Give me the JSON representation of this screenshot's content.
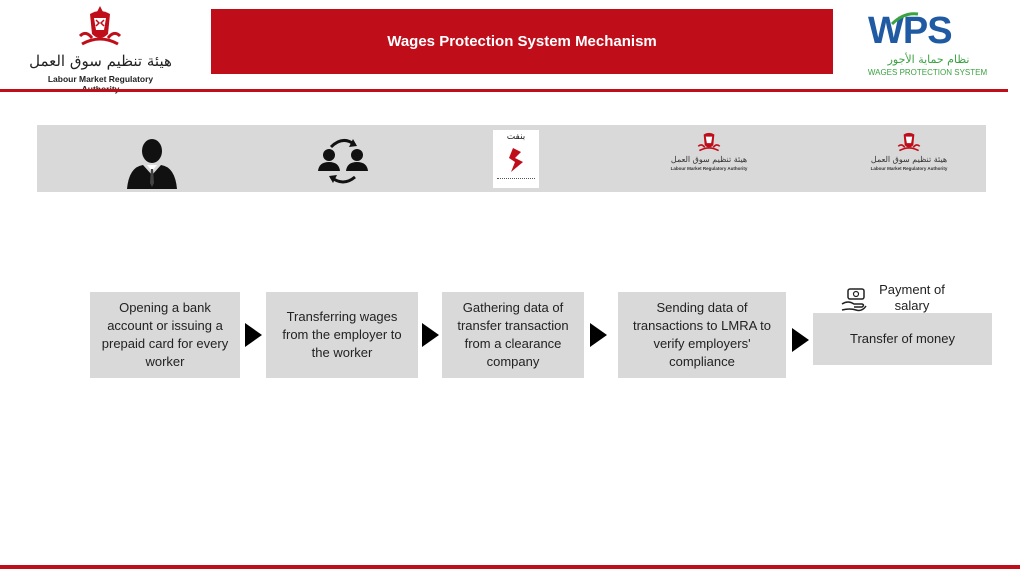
{
  "header": {
    "title": "Wages Protection System Mechanism",
    "lmra_logo": {
      "arabic": "هيئة تنظيم سوق العمل",
      "english": "Labour Market Regulatory Authority"
    },
    "wps_logo": {
      "word": "WPS",
      "arabic": "نظام حماية الأجور",
      "english": "WAGES PROTECTION SYSTEM"
    }
  },
  "icon_strip": {
    "icons": [
      "worker-icon",
      "transfer-people-icon",
      "benefit-logo",
      "lmra-mini-logo",
      "lmra-mini-logo"
    ],
    "benefit_text": "بنفت",
    "mini_logo": {
      "arabic": "هيئة تنظيم سوق العمل",
      "english": "Labour Market Regulatory Authority"
    }
  },
  "steps": [
    {
      "label": "Opening a bank account or issuing a prepaid card for every worker"
    },
    {
      "label": "Transferring wages from the employer to the worker"
    },
    {
      "label": "Gathering data of transfer transaction from a clearance company"
    },
    {
      "label": "Sending data of transactions to LMRA to verify employers' compliance"
    },
    {
      "label": "Transfer of money"
    }
  ],
  "payment": {
    "label": "Payment of salary",
    "icon": "hand-money-icon"
  },
  "colors": {
    "accent": "#c00d1a",
    "box": "#d9d9d9",
    "wps_blue": "#1f5aa3",
    "wps_green": "#3aa241"
  }
}
